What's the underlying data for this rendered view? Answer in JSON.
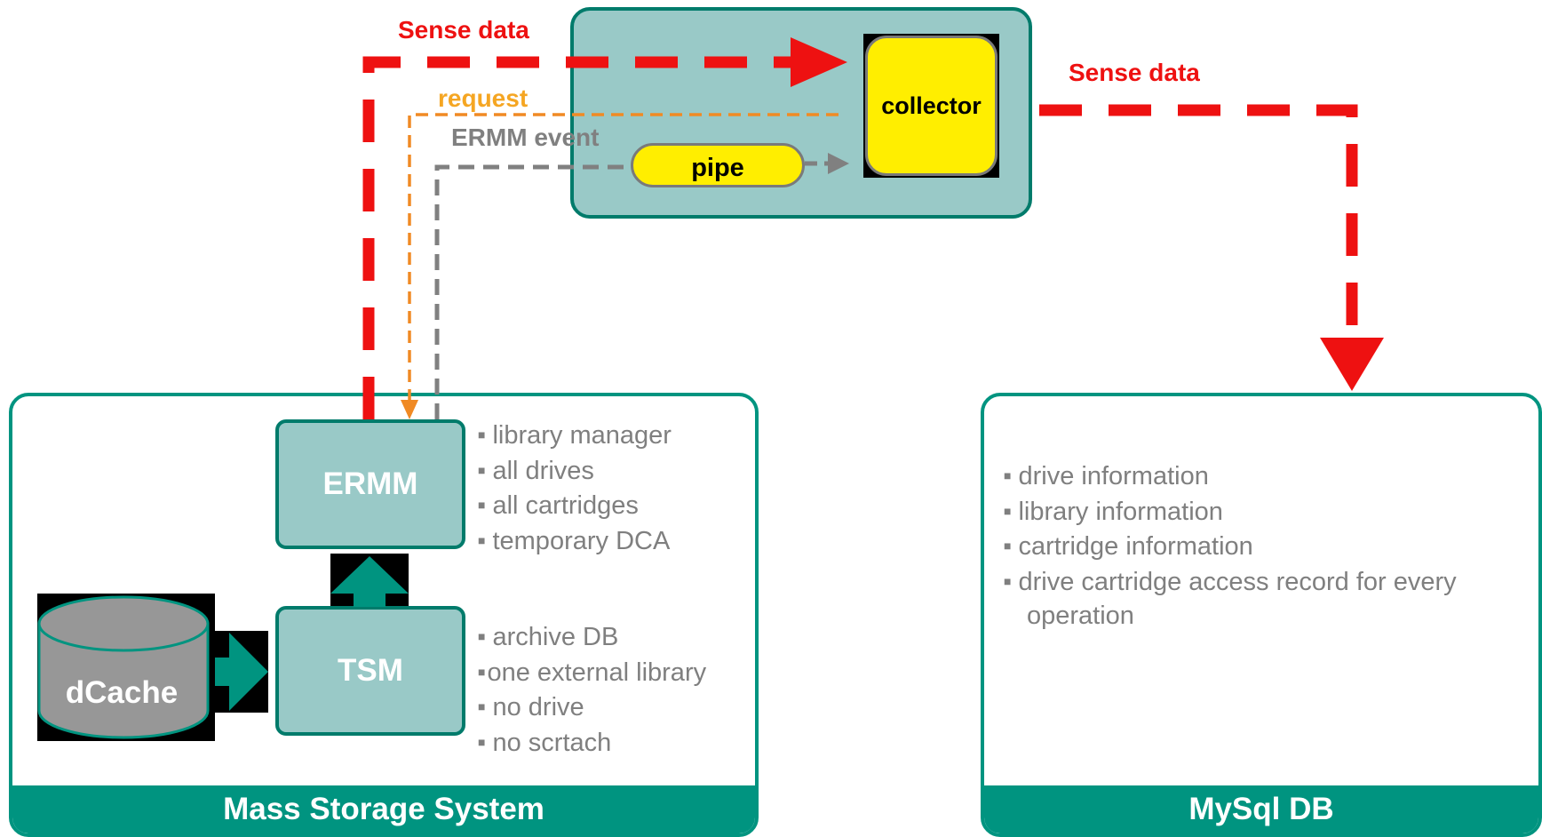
{
  "flows": {
    "sense_data_in": "Sense data",
    "sense_data_out": "Sense data",
    "request": "request",
    "ermm_event": "ERMM event"
  },
  "collector": {
    "title": "collector",
    "pipe": "pipe"
  },
  "mass_storage": {
    "title": "Mass Storage System",
    "ermm": "ERMM",
    "tsm": "TSM",
    "dcache": "dCache",
    "ermm_bullets": [
      "library manager",
      "all drives",
      "all cartridges",
      "temporary DCA"
    ],
    "tsm_bullets": [
      "archive DB",
      "one external library",
      "no drive",
      "no scrtach"
    ]
  },
  "mysql": {
    "title": "MySql DB",
    "bullets": [
      "drive information",
      "library information",
      "cartridge information",
      "drive cartridge access record for every",
      "operation"
    ]
  },
  "colors": {
    "sense_data": "#ee1111",
    "request": "#f5a623",
    "ermm_event": "#808080",
    "panel_teal": "#009480",
    "box_fill": "#99c9c7",
    "collector_fill": "#ffee00"
  }
}
